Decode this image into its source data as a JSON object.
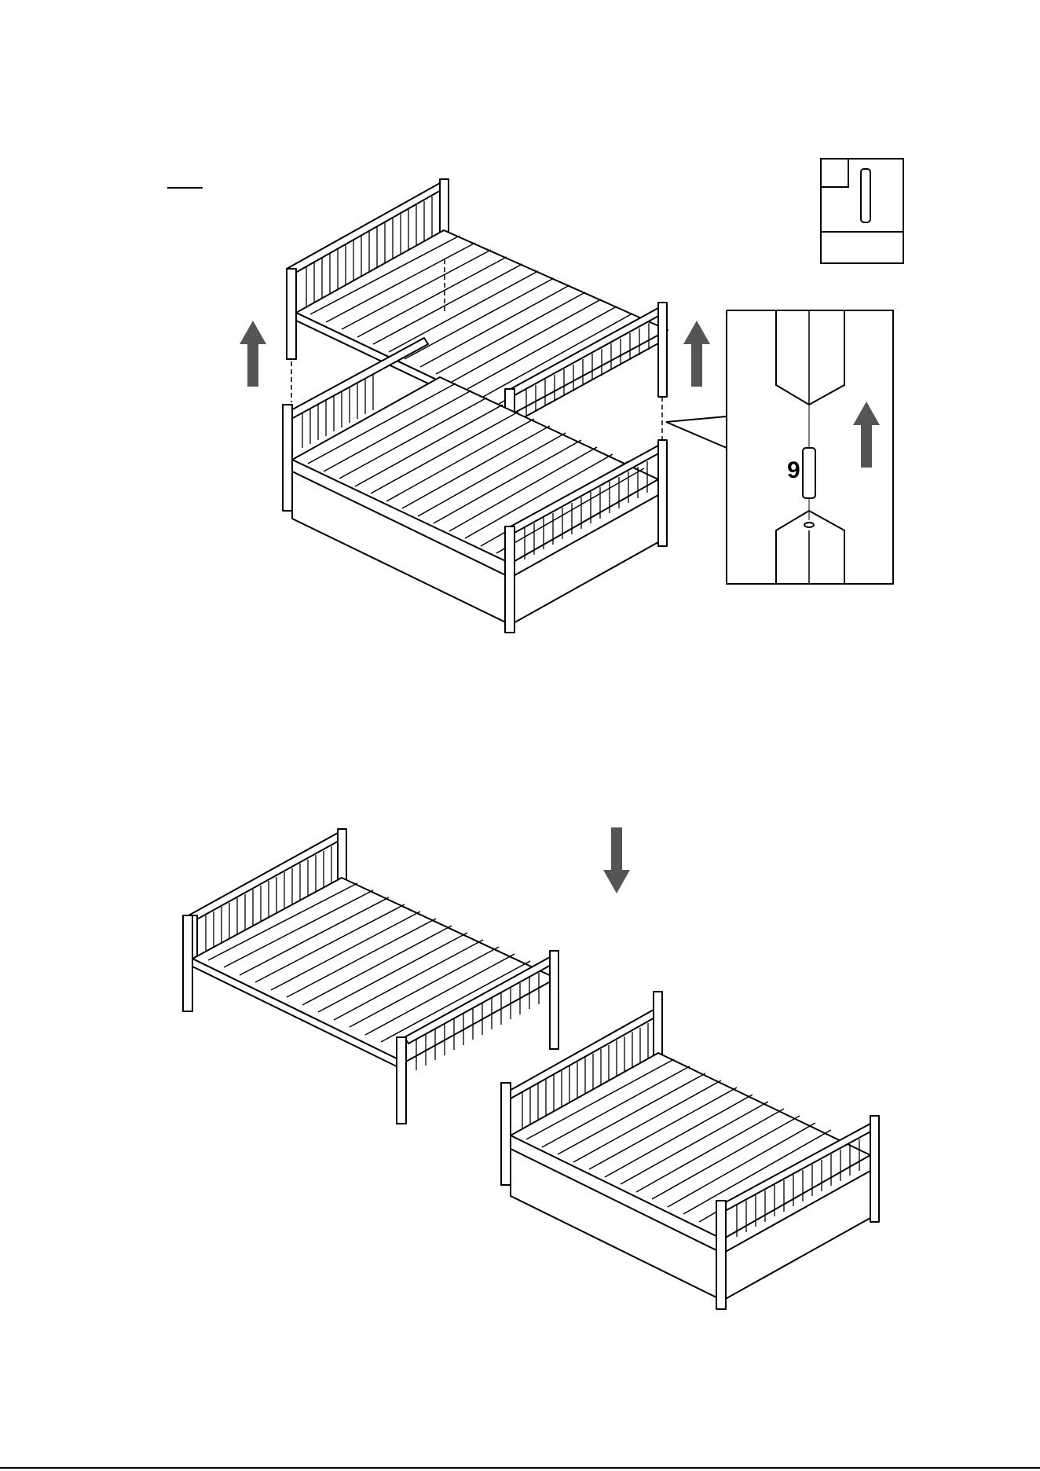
{
  "document": {
    "type": "assembly-instruction-page"
  },
  "step_top": {
    "part_callout": "9",
    "arrows": [
      "up",
      "up",
      "up"
    ]
  },
  "step_bottom": {
    "arrows": [
      "down"
    ]
  },
  "colors": {
    "line": "#000000",
    "arrow": "#555555",
    "background": "#ffffff"
  },
  "icons": [
    "dowel-icon",
    "arrow-up-icon",
    "arrow-down-icon"
  ]
}
